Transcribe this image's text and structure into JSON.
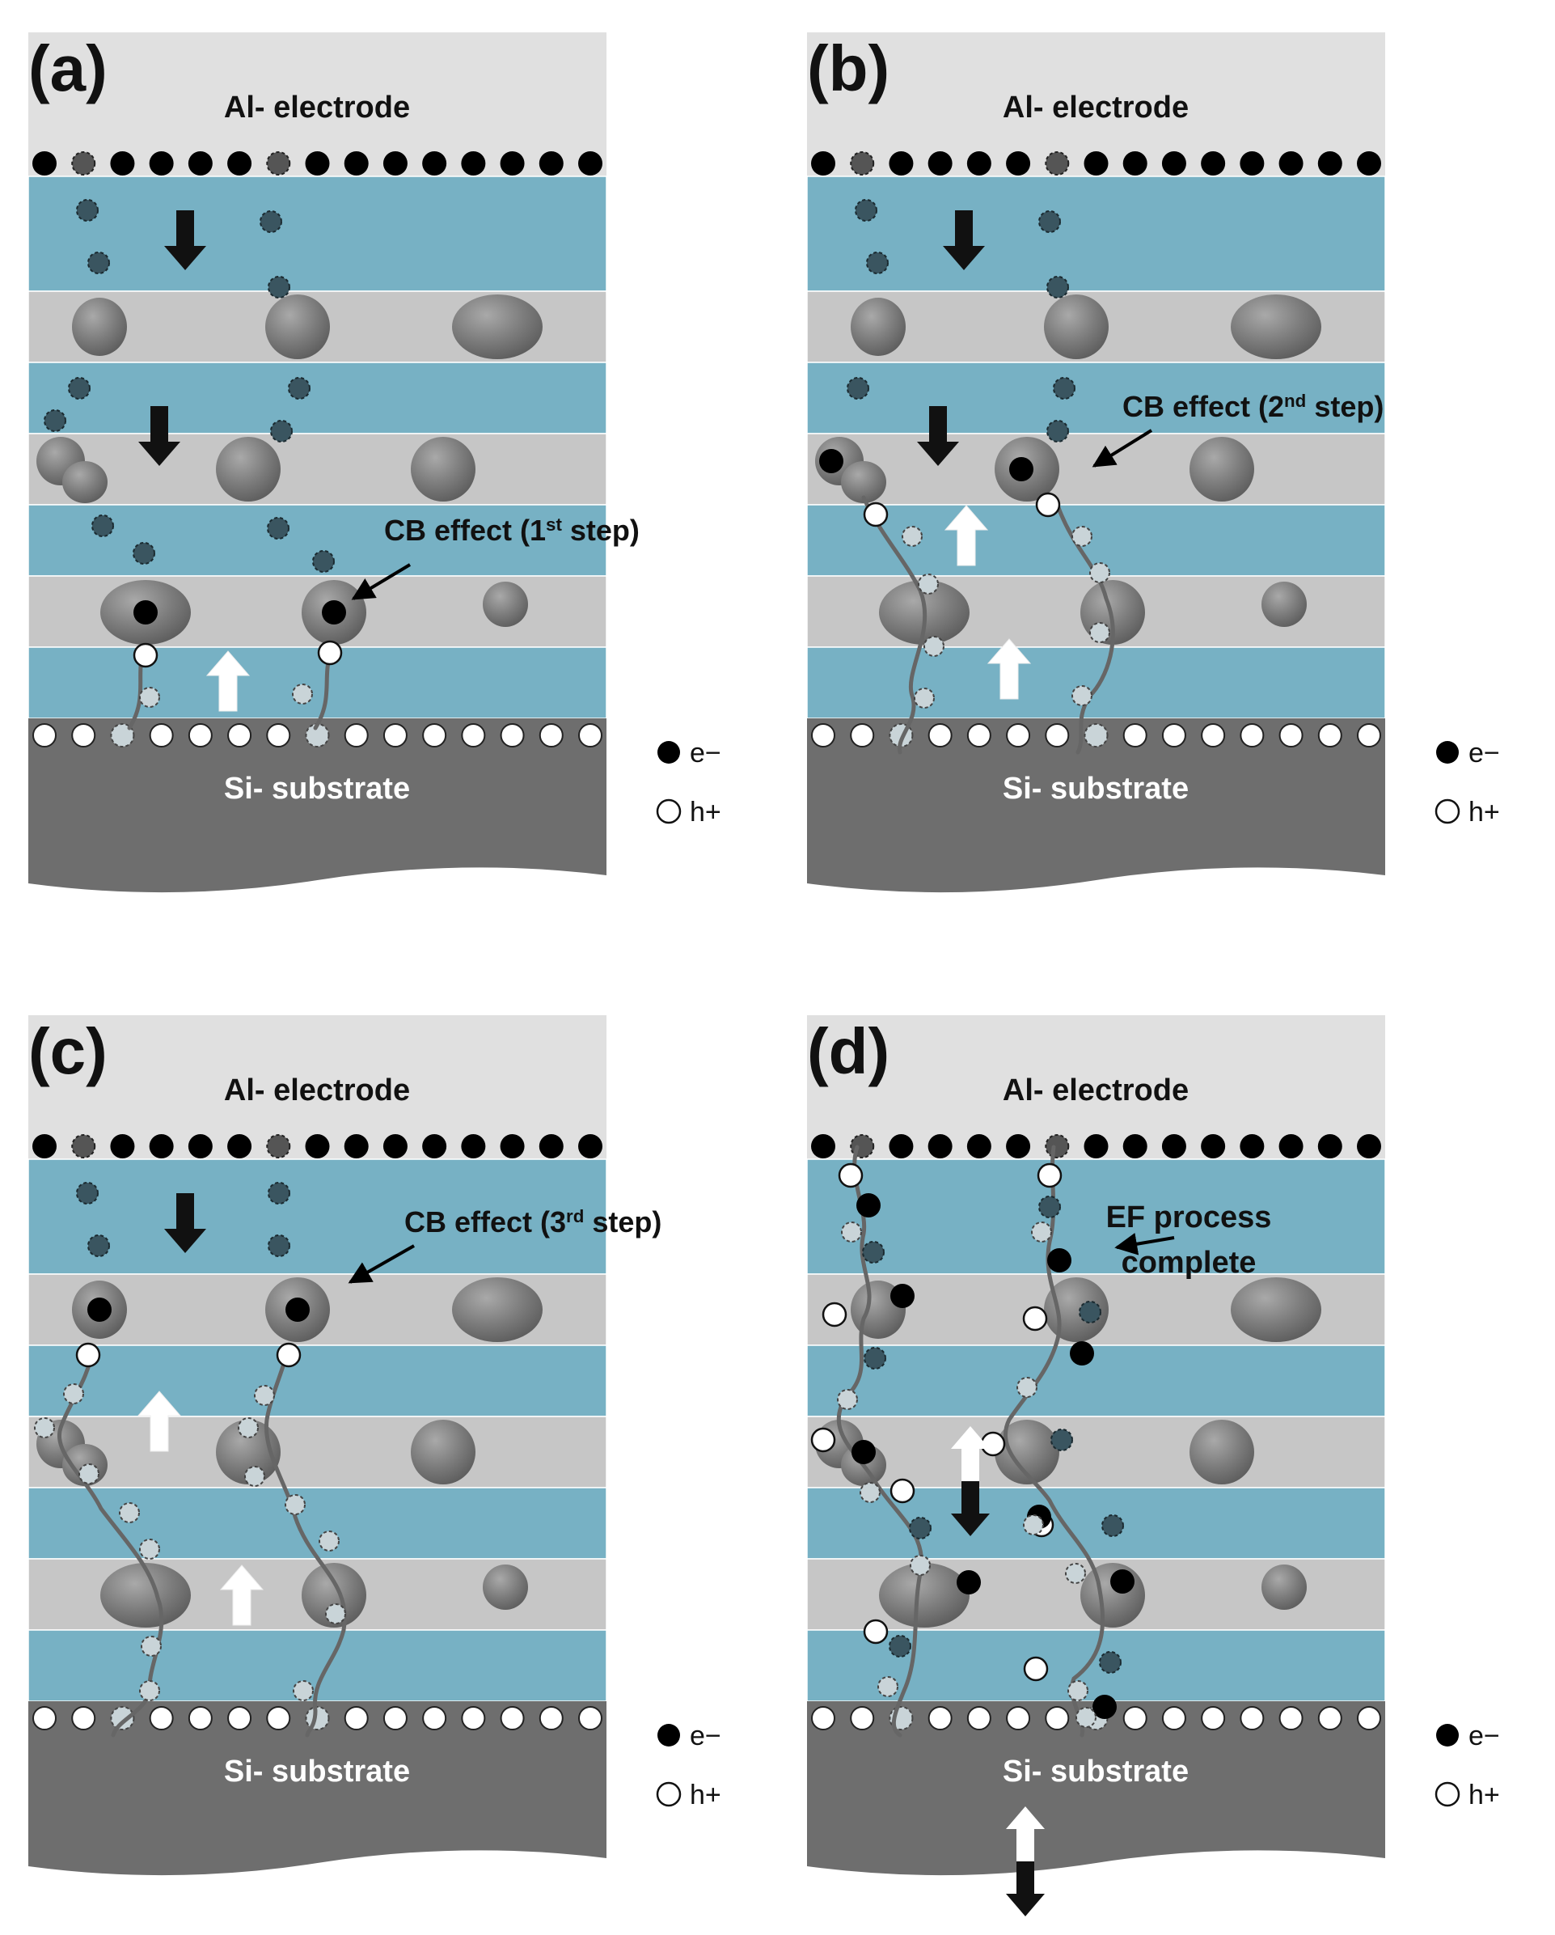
{
  "figure": {
    "panels": [
      {
        "id": "a",
        "label": "(a)",
        "top_label": "Al- electrode",
        "bottom_label": "Si- substrate",
        "annotations": [
          {
            "parts": [
              {
                "t": "CB effect (1"
              },
              {
                "t": "st",
                "sup": true
              },
              {
                "t": " step)"
              }
            ]
          }
        ],
        "legend": {
          "electron": "e−",
          "hole": "h+"
        }
      },
      {
        "id": "b",
        "label": "(b)",
        "top_label": "Al- electrode",
        "bottom_label": "Si- substrate",
        "annotations": [
          {
            "parts": [
              {
                "t": "CB effect (2"
              },
              {
                "t": "nd",
                "sup": true
              },
              {
                "t": " step)"
              }
            ]
          }
        ],
        "legend": {
          "electron": "e−",
          "hole": "h+"
        }
      },
      {
        "id": "c",
        "label": "(c)",
        "top_label": "Al- electrode",
        "bottom_label": "Si- substrate",
        "annotations": [
          {
            "parts": [
              {
                "t": "CB effect (3"
              },
              {
                "t": "rd",
                "sup": true
              },
              {
                "t": " step)"
              }
            ]
          }
        ],
        "legend": {
          "electron": "e−",
          "hole": "h+"
        }
      },
      {
        "id": "d",
        "label": "(d)",
        "top_label": "Al- electrode",
        "bottom_label": "Si- substrate",
        "annotations": [
          {
            "parts": [
              {
                "t": "EF process"
              }
            ]
          },
          {
            "parts": [
              {
                "t": "complete"
              }
            ]
          }
        ],
        "legend": {
          "electron": "e−",
          "hole": "h+"
        }
      }
    ],
    "colors": {
      "electrode": "#e0e0e0",
      "oxide_layer": "#77b1c4",
      "nanocrystal_layer": "#c6c6c6",
      "substrate": "#6e6e6e",
      "nanocrystal": "#7a7a7a",
      "electron": "#000000",
      "hole": "#ffffff",
      "trapped_dot": "#3a5560",
      "trap_dot_light": "#c9d4d8",
      "filament": "#666666"
    }
  }
}
